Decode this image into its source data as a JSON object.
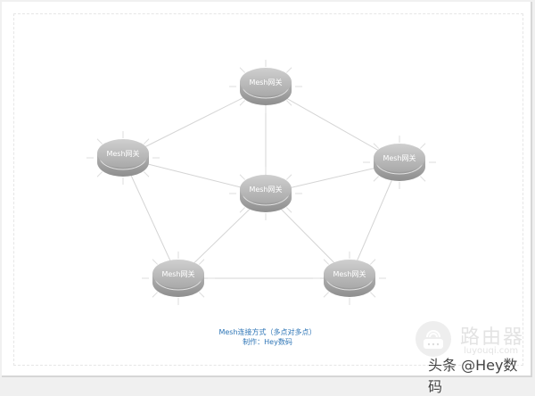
{
  "diagram": {
    "title": "Mesh连接方式（多点对多点）",
    "author_line": "制作：Hey数码",
    "node_color_top": "#c4c4c4",
    "node_color_side": "#9e9e9e",
    "edge_color": "#d4d4d4",
    "caption_color": "#2e75b6",
    "nodes": [
      {
        "id": "top",
        "label": "Mesh网关"
      },
      {
        "id": "left",
        "label": "Mesh网关"
      },
      {
        "id": "center",
        "label": "Mesh网关"
      },
      {
        "id": "right",
        "label": "Mesh网关"
      },
      {
        "id": "bottom-left",
        "label": "Mesh网关"
      },
      {
        "id": "bottom-right",
        "label": "Mesh网关"
      }
    ],
    "edges": [
      [
        "top",
        "left"
      ],
      [
        "top",
        "right"
      ],
      [
        "top",
        "center"
      ],
      [
        "left",
        "center"
      ],
      [
        "right",
        "center"
      ],
      [
        "left",
        "bottom-left"
      ],
      [
        "right",
        "bottom-right"
      ],
      [
        "center",
        "bottom-left"
      ],
      [
        "center",
        "bottom-right"
      ],
      [
        "bottom-left",
        "bottom-right"
      ]
    ]
  },
  "watermark": {
    "brand": "路由器",
    "domain": "luyouqi.com",
    "author": "头条 @Hey数码",
    "logo_icon": "router-icon"
  }
}
